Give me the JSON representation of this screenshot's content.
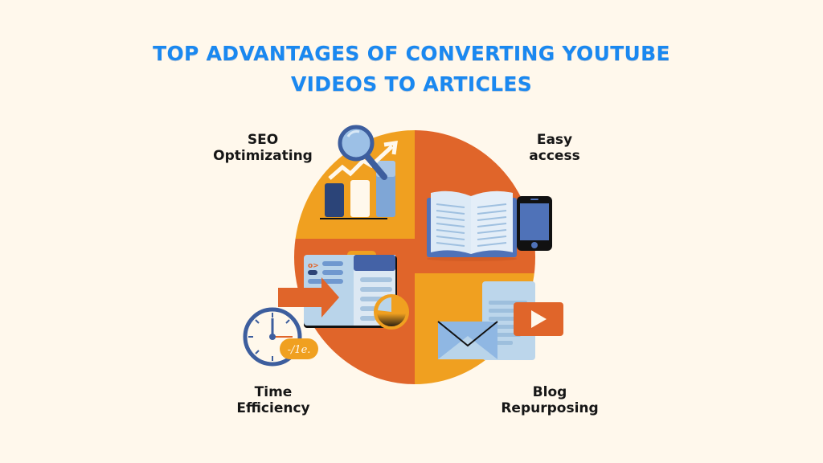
{
  "title": {
    "line1": "TOP ADVANTAGES OF CONVERTING YOUTUBE",
    "line2": "VIDEOS TO ARTICLES"
  },
  "colors": {
    "background": "#FFF8EC",
    "title": "#1A88F0",
    "quadrant_orange_light": "#F0A020",
    "quadrant_orange_dark": "#E0652A",
    "icon_navy": "#2B4478",
    "icon_blue": "#4F72B8",
    "icon_light_blue": "#B9D4EA",
    "label_text": "#161616"
  },
  "quadrants": [
    {
      "id": "seo",
      "label_line1": "SEO",
      "label_line2": "Optimizating",
      "icon": "bar-chart-magnifier-icon"
    },
    {
      "id": "easy-access",
      "label_line1": "Easy",
      "label_line2": "access",
      "icon": "book-and-phone-icon"
    },
    {
      "id": "time-efficiency",
      "label_line1": "Time",
      "label_line2": "Efficiency",
      "icon": "clock-document-icon",
      "badge_text": "-/1e."
    },
    {
      "id": "blog-repurposing",
      "label_line1": "Blog",
      "label_line2": "Repurposing",
      "icon": "envelope-video-icon"
    }
  ]
}
